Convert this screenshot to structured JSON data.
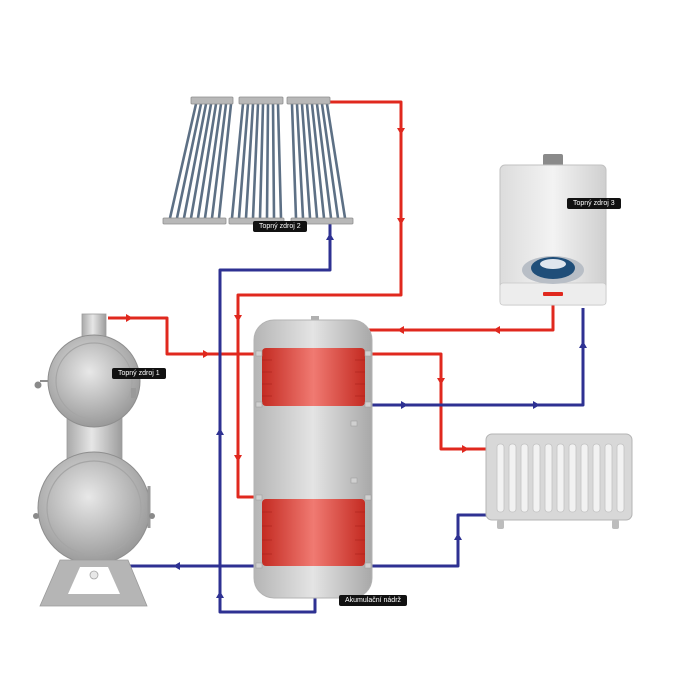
{
  "labels": {
    "heat_source_1": "Topný zdroj 1",
    "heat_source_2": "Topný zdroj 2",
    "heat_source_3": "Topný zdroj 3",
    "storage_tank": "Akumulační nádrž"
  },
  "colors": {
    "hot_pipe": "#e0281e",
    "cold_pipe": "#2e3192",
    "coil": "#d63a2f",
    "metal": "#c9c9c9",
    "metal_dark": "#9a9a9a",
    "label_bg": "#111111",
    "label_text": "#ffffff"
  },
  "icons": {
    "solid_fuel_boiler": "solid-fuel-boiler-icon",
    "solar_collector": "solar-collector-icon",
    "gas_boiler": "gas-boiler-icon",
    "storage_tank": "storage-tank-icon",
    "radiator": "radiator-icon"
  }
}
